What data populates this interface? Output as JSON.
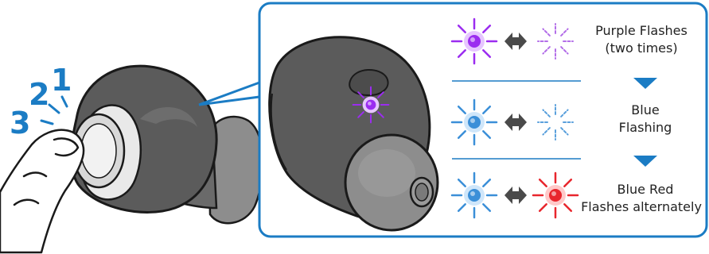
{
  "press_steps": [
    {
      "number": "1"
    },
    {
      "number": "2"
    },
    {
      "number": "3"
    }
  ],
  "indicator_steps": [
    {
      "label_lines": [
        "Purple Flashes",
        "(two times)"
      ],
      "state_a": {
        "color": "#9b2cf0",
        "glow": "#e6c6ff",
        "icon": "led-lit-icon"
      },
      "state_b": {
        "color": "#b36ee8",
        "icon": "led-dim-icon"
      }
    },
    {
      "label_lines": [
        "Blue",
        "Flashing"
      ],
      "state_a": {
        "color": "#3b8fd8",
        "glow": "#cfe6fa",
        "icon": "led-lit-icon"
      },
      "state_b": {
        "color": "#5aa0dc",
        "icon": "led-dim-icon"
      }
    },
    {
      "label_lines": [
        "Blue   Red",
        "Flashes alternately"
      ],
      "state_a": {
        "color": "#3b8fd8",
        "glow": "#cfe6fa",
        "icon": "led-lit-icon"
      },
      "state_b": {
        "color": "#e8262d",
        "glow": "#ffc9c9",
        "icon": "led-lit-icon"
      }
    }
  ],
  "colors": {
    "accent_blue": "#1b7cc4",
    "earbud_body": "#5b5b5b",
    "earbud_outline": "#1a1a1a",
    "eartip": "#8d8d8d",
    "arrow_gray": "#4a4a4a",
    "divider": "#1b7cc4",
    "indicator_led": "#9b2cf0"
  }
}
